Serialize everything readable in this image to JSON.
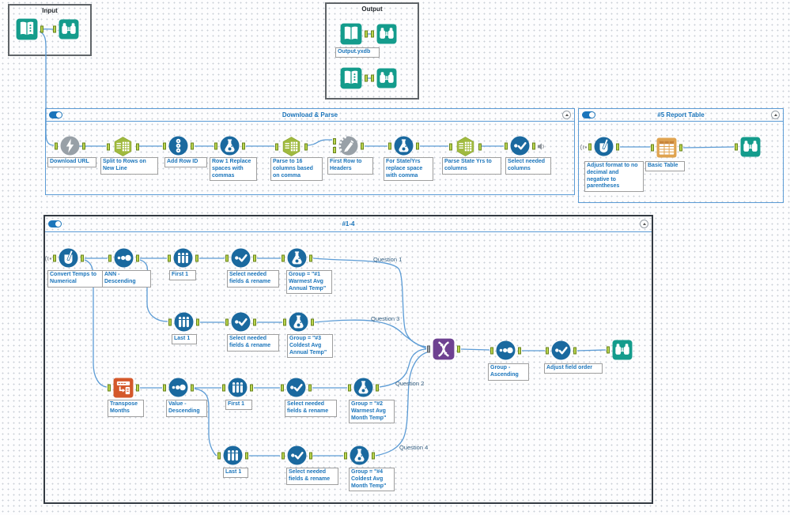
{
  "containers": {
    "input": {
      "title": "Input"
    },
    "output": {
      "title": "Output",
      "file_label": "Output.yxdb"
    },
    "download_parse": {
      "title": "Download & Parse",
      "tools": {
        "download_url": "Download URL",
        "split_rows": "Split to Rows on New Line",
        "add_row_id": "Add Row ID",
        "row1_replace": "Row 1 Replace spaces with commas",
        "parse_16": "Parse to 16 columns based on comma",
        "first_row_headers": "First Row to Headers",
        "state_yrs_replace": "For State/Yrs replace space with comma",
        "parse_state_yrs": "Parse State Yrs to columns",
        "select_columns": "Select needed columns"
      }
    },
    "report_table": {
      "title": "#5 Report Table",
      "tools": {
        "adjust_format": "Adjust format to no decimal and negative to parentheses",
        "basic_table": "Basic Table"
      }
    },
    "q14": {
      "title": "#1-4",
      "tools": {
        "convert_temps": "Convert Temps to Numerical",
        "ann_desc": "ANN - Descending",
        "first1_annual": "First 1",
        "select1": "Select needed fields & rename",
        "group1": "Group = \"#1 Warmest Avg Annual Temp\"",
        "last1_annual": "Last 1",
        "select3": "Select needed fields & rename",
        "group3": "Group = \"#3 Coldest Avg Annual Temp\"",
        "transpose": "Transpose Months",
        "value_desc": "Value - Descending",
        "first1_month": "First 1",
        "select2": "Select needed fields & rename",
        "group2": "Group = \"#2 Warmest Avg Month Temp\"",
        "last1_month": "Last 1",
        "select4": "Select needed fields & rename",
        "group4": "Group = \"#4 Coldest Avg Month Temp\"",
        "group_asc": "Group - Ascending",
        "adjust_field_order": "Adjust field order"
      },
      "annotations": {
        "q1": "Question 1",
        "q2": "Question 2",
        "q3": "Question 3",
        "q4": "Question 4"
      }
    }
  },
  "colors": {
    "tool_blue": "#1a699f",
    "tool_teal": "#149c8c",
    "tool_green": "#a0ba3f",
    "tool_gray": "#98a0a7",
    "tool_orange": "#d4582b",
    "tool_purple": "#6e4191",
    "table_tan": "#e0a34f",
    "connection": "#5b9bd5",
    "annotation_text": "#1b75bb"
  }
}
